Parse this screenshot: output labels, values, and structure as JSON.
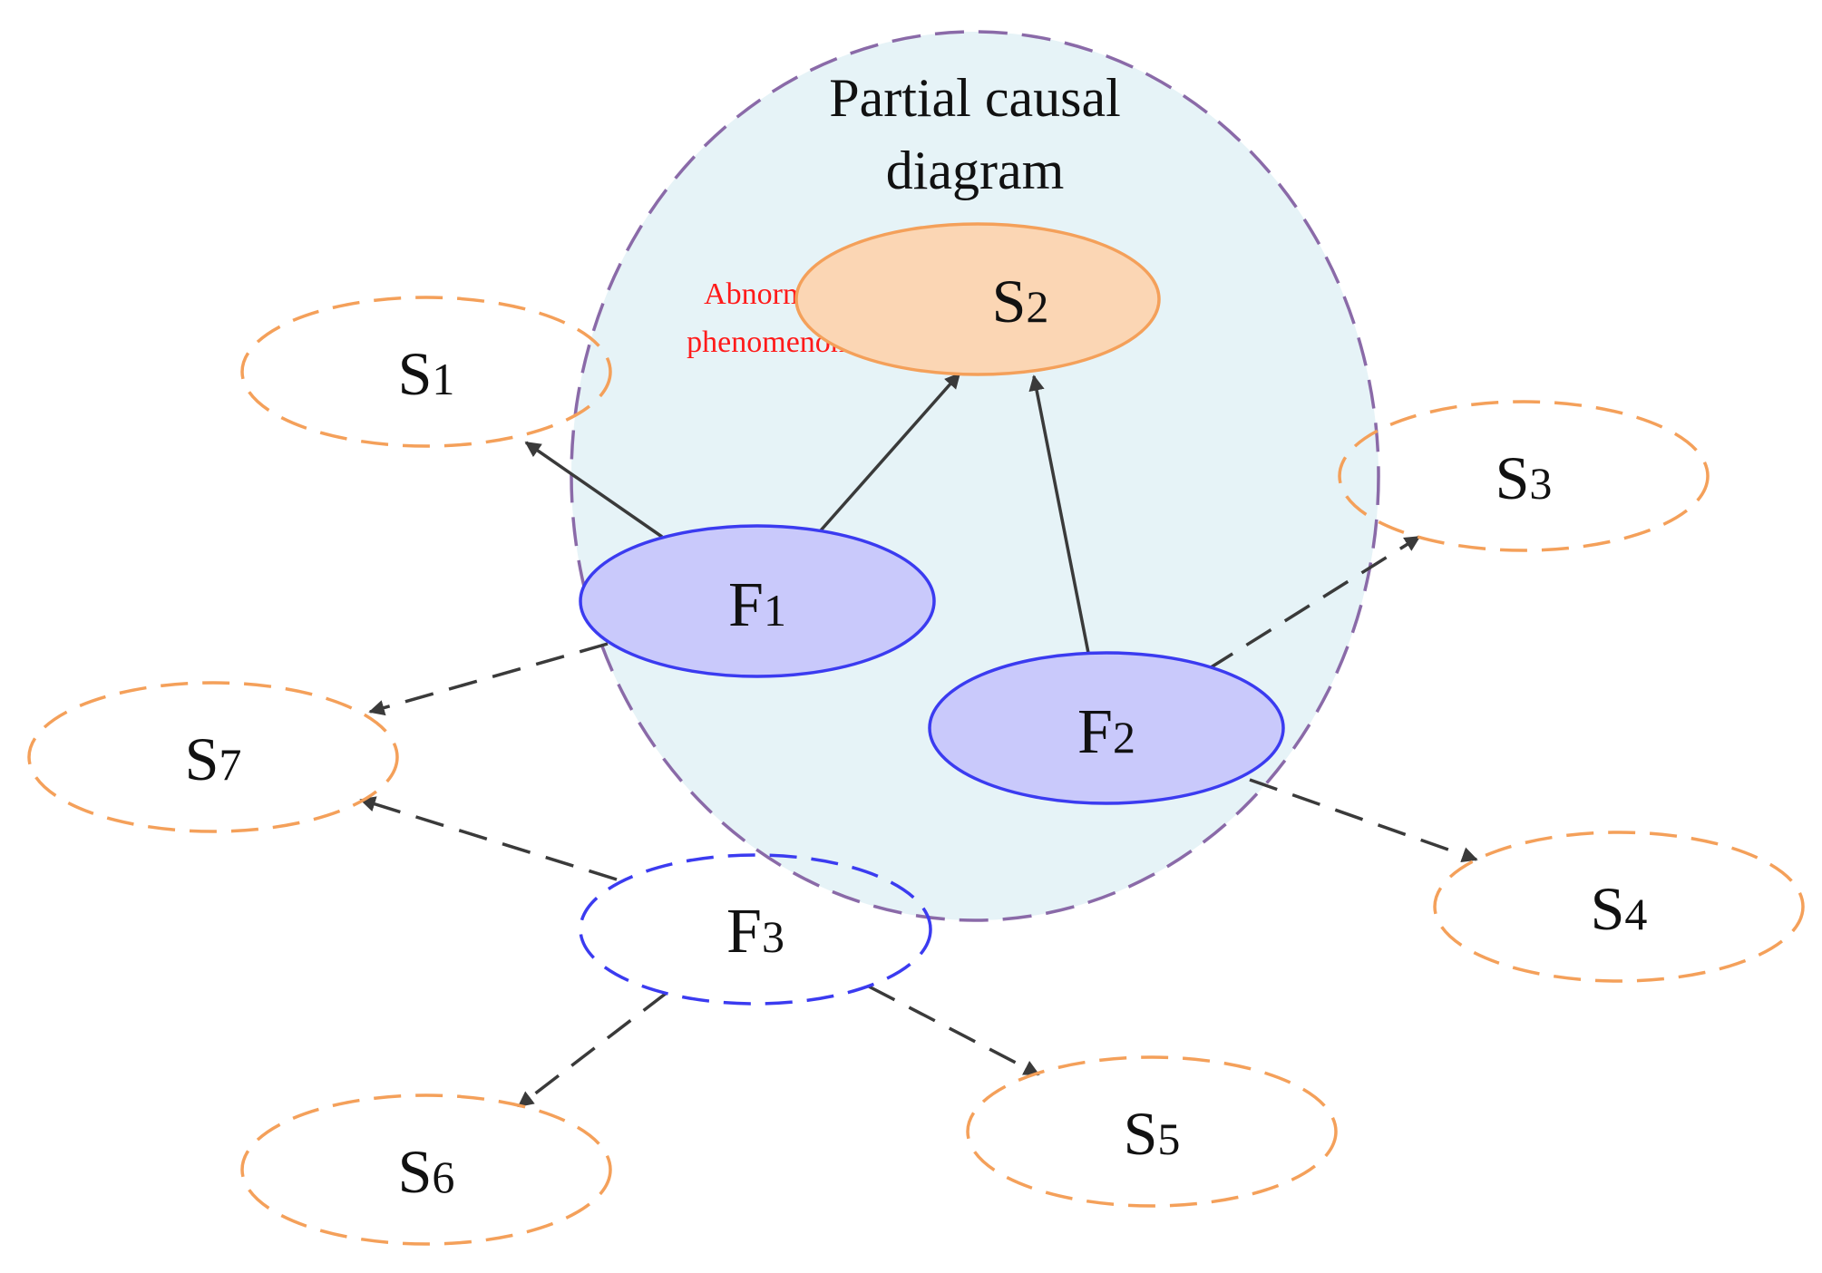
{
  "region": {
    "title_line1": "Partial causal",
    "title_line2": "diagram"
  },
  "annotation": {
    "line1": "Abnormal",
    "line2": "phenomenon"
  },
  "nodes": {
    "S1": {
      "letter": "S",
      "sub": "1"
    },
    "S2": {
      "letter": "S",
      "sub": "2"
    },
    "S3": {
      "letter": "S",
      "sub": "3"
    },
    "S4": {
      "letter": "S",
      "sub": "4"
    },
    "S5": {
      "letter": "S",
      "sub": "5"
    },
    "S6": {
      "letter": "S",
      "sub": "6"
    },
    "S7": {
      "letter": "S",
      "sub": "7"
    },
    "F1": {
      "letter": "F",
      "sub": "1"
    },
    "F2": {
      "letter": "F",
      "sub": "2"
    },
    "F3": {
      "letter": "F",
      "sub": "3"
    }
  },
  "colors": {
    "region_fill": "#e6f3f7",
    "region_stroke": "#8a6aa8",
    "symptom_stroke": "#f4a05a",
    "symptom_fill_active": "#fbd6b4",
    "fault_fill": "#c9c9fb",
    "fault_stroke": "#3b3bf0",
    "edge": "#3a3a3a",
    "annotation": "#ff1a1a"
  }
}
